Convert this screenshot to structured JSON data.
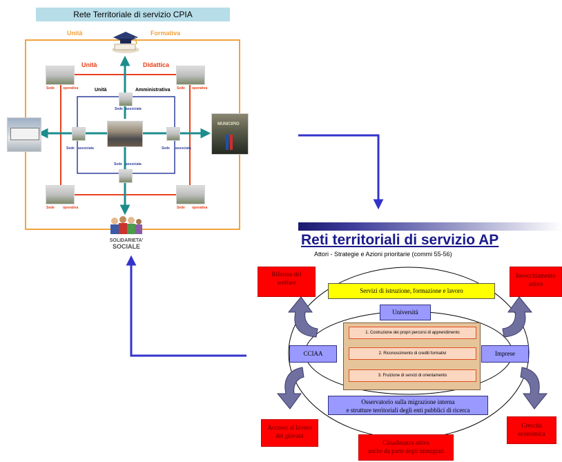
{
  "top_diagram": {
    "header": "Rete Territoriale di servizio CPIA",
    "unit_formativa_left": "Unità",
    "unit_formativa_right": "Formativa",
    "unit_didattica_left": "Unità",
    "unit_didattica_right": "Didattica",
    "unit_amm_left": "Unità",
    "unit_amm_right": "Amministrativa",
    "sede_label": "Sede",
    "operativa_label": "operativa",
    "associata_label": "associata",
    "solidarieta_line1": "SOLIDARIETA'",
    "solidarieta_line2": "SOCIALE",
    "municipio_label": "MUNICIPIO"
  },
  "bottom_diagram": {
    "title": "Reti territoriali di servizio AP",
    "subtitle": "Attori - Strategie e Azioni prioritarie (commi 55-56)",
    "servizi": "Servizi di istruzione, formazione e lavoro",
    "universita": "Università",
    "cciaa": "CCIAA",
    "imprese": "Imprese",
    "osservatorio_line1": "Osservatorio sulla migrazione interna",
    "osservatorio_line2": "e strutture territoriali degli enti pubblici di ricerca",
    "actions": [
      "1. Costruzione dei propri percorsi di  apprendimento",
      "2. Riconoscimento di crediti formativi",
      "3. Fruizione di servizi di orientamento"
    ],
    "riforma_line1": "Riforma del",
    "riforma_line2": "welfare",
    "invecchiamento_line1": "Invecchiamento",
    "invecchiamento_line2": "attivo",
    "accesso_line1": "Accesso al lavoro",
    "accesso_line2": "dei giovani",
    "crescita_line1": "Crescita",
    "crescita_line2": "economica",
    "cittadinanza_line1": "Cittadinanza attiva",
    "cittadinanza_line2": "anche da parte degli immigrati"
  },
  "colors": {
    "orange": "#f2a33a",
    "red_line": "#e8401c",
    "blue_line": "#2f3f9c",
    "teal_arrow": "#1c8c8c",
    "connector": "#3333cc",
    "header_bg": "#b7dde8"
  }
}
